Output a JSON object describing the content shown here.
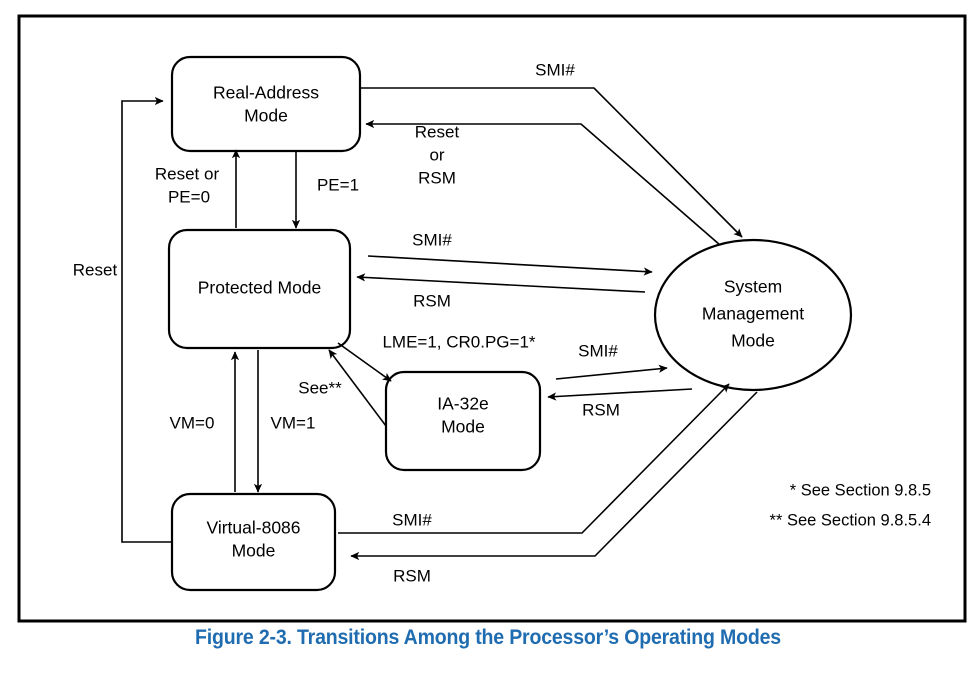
{
  "figure": {
    "caption": "Figure 2-3.  Transitions Among the Processor’s Operating Modes",
    "caption_color": "#1F6CB0",
    "border_color": "#000000",
    "background": "#ffffff"
  },
  "nodes": {
    "real_address": {
      "line1": "Real-Address",
      "line2": "Mode",
      "shape": "rounded-rect"
    },
    "protected": {
      "line1": "Protected Mode",
      "line2": "",
      "shape": "rounded-rect"
    },
    "ia32e": {
      "line1": "IA-32e",
      "line2": "Mode",
      "shape": "rounded-rect"
    },
    "virtual8086": {
      "line1": "Virtual-8086",
      "line2": "Mode",
      "shape": "rounded-rect"
    },
    "smm": {
      "line1": "System",
      "line2": "Management",
      "line3": "Mode",
      "shape": "ellipse"
    }
  },
  "edge_labels": {
    "reset_left": "Reset",
    "reset_or": "Reset or",
    "pe_eq_0": "PE=0",
    "pe_eq_1": "PE=1",
    "vm_eq_0": "VM=0",
    "vm_eq_1": "VM=1",
    "lme_cr0pg": "LME=1, CR0.PG=1*",
    "see_doublestar": "See**",
    "smi_real": "SMI#",
    "reset_smm_1": "Reset",
    "reset_smm_2": "or",
    "reset_smm_3": "RSM",
    "smi_protected": "SMI#",
    "rsm_protected": "RSM",
    "smi_ia32e": "SMI#",
    "rsm_ia32e": "RSM",
    "smi_v8086": "SMI#",
    "rsm_v8086": "RSM"
  },
  "footnotes": {
    "single_star": "* See Section 9.8.5",
    "double_star": "** See Section 9.8.5.4"
  }
}
